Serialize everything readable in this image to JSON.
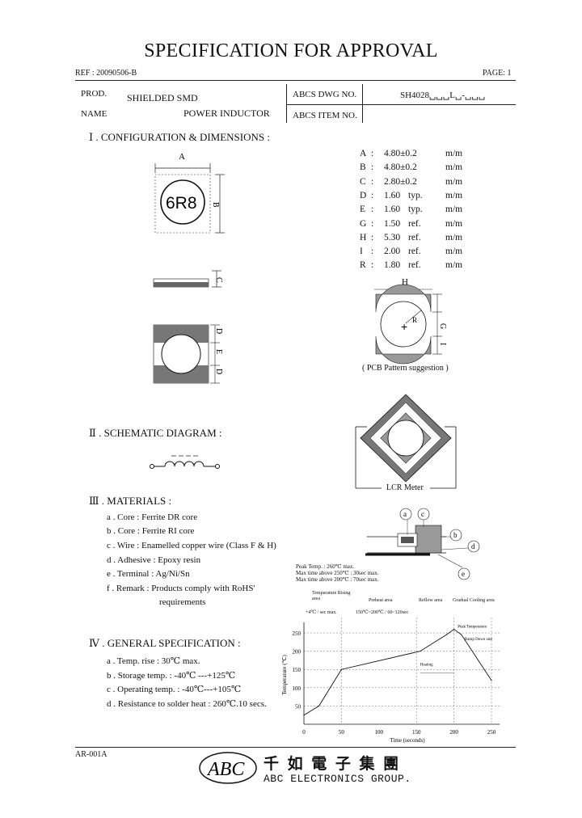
{
  "header": {
    "title": "SPECIFICATION FOR APPROVAL",
    "ref": "REF : 20090506-B",
    "page": "PAGE: 1",
    "prod_label": "PROD.",
    "name_label": "NAME",
    "prod_name_line1": "SHIELDED SMD",
    "prod_name_line2": "POWER INDUCTOR",
    "dwg_label": "ABCS DWG NO.",
    "dwg_value": "SH4028␣␣␣L␣-␣␣␣",
    "item_label": "ABCS ITEM NO.",
    "item_value": ""
  },
  "sections": {
    "config": "Ⅰ . CONFIGURATION & DIMENSIONS :",
    "schematic": "Ⅱ . SCHEMATIC DIAGRAM :",
    "materials": "Ⅲ . MATERIALS :",
    "general": "Ⅳ . GENERAL SPECIFICATION :"
  },
  "drawing_labels": {
    "a": "A",
    "b": "B",
    "c": "C",
    "d": "D",
    "e": "E",
    "marking": "6R8",
    "h": "H",
    "g": "G",
    "i": "I",
    "r": "R",
    "pcb_caption": "( PCB Pattern suggestion )",
    "lcr": "LCR Meter"
  },
  "dimensions": [
    {
      "key": "A",
      "sep": ":",
      "value": "4.80±0.2",
      "note": "",
      "unit": "m/m"
    },
    {
      "key": "B",
      "sep": ":",
      "value": "4.80±0.2",
      "note": "",
      "unit": "m/m"
    },
    {
      "key": "C",
      "sep": ":",
      "value": "2.80±0.2",
      "note": "",
      "unit": "m/m"
    },
    {
      "key": "D",
      "sep": ":",
      "value": "1.60",
      "note": "typ.",
      "unit": "m/m"
    },
    {
      "key": "E",
      "sep": ":",
      "value": "1.60",
      "note": "typ.",
      "unit": "m/m"
    },
    {
      "key": "G",
      "sep": ":",
      "value": "1.50",
      "note": "ref.",
      "unit": "m/m"
    },
    {
      "key": "H",
      "sep": ":",
      "value": "5.30",
      "note": "ref.",
      "unit": "m/m"
    },
    {
      "key": "I",
      "sep": ":",
      "value": "2.00",
      "note": "ref.",
      "unit": "m/m"
    },
    {
      "key": "R",
      "sep": ":",
      "value": "1.80",
      "note": "ref.",
      "unit": "m/m"
    }
  ],
  "materials": [
    {
      "label": "a . Core : Ferrite DR core"
    },
    {
      "label": "b . Core : Ferrite RI core"
    },
    {
      "label": "c . Wire : Enamelled copper wire (Class F & H)"
    },
    {
      "label": "d . Adhesive : Epoxy resin"
    },
    {
      "label": "e . Terminal : Ag/Ni/Sn"
    },
    {
      "label": "f . Remark : Products comply with RoHS'"
    },
    {
      "label": "requirements"
    }
  ],
  "material_callouts": [
    "a",
    "c",
    "b",
    "d",
    "e"
  ],
  "general": [
    {
      "label": "a . Temp. rise : 30℃ max."
    },
    {
      "label": "b . Storage temp. : -40℃ ---+125℃"
    },
    {
      "label": "c . Operating temp. : -40℃---+105℃"
    },
    {
      "label": "d . Resistance to solder heat : 260℃.10 secs."
    }
  ],
  "reflow": {
    "notes": [
      "Peak Temp. : 260℃ max.",
      "Max time above 250℃ : 30sec max.",
      "Max time above 200℃ : 70sec max."
    ],
    "phase_labels": [
      "Temperature Rising area",
      "Preheat area",
      "Reflow area",
      "Gradual Cooling area"
    ],
    "phase_values": [
      "+4℃ / sec max.",
      "150℃~200℃ / 60~120sec",
      "",
      ""
    ],
    "inner_notes": [
      "Ramp Down rate",
      "Heating"
    ],
    "peak_note": "Peak Temperature"
  },
  "chart_data": {
    "type": "line",
    "title": "",
    "xlabel": "Time (seconds)",
    "ylabel": "Temperature (℃)",
    "x_ticks": [
      "0",
      "50",
      "100",
      "150",
      "200",
      "250"
    ],
    "y_ticks": [
      "250",
      "200",
      "150",
      "100",
      "50"
    ],
    "xlim": [
      0,
      250
    ],
    "ylim": [
      0,
      270
    ],
    "series": [
      {
        "name": "",
        "x": [
          0,
          20,
          50,
          155,
          190,
          200,
          210,
          250
        ],
        "y": [
          25,
          50,
          150,
          200,
          245,
          260,
          245,
          120
        ]
      }
    ]
  },
  "footer": {
    "doc_code": "AR-001A",
    "logo": "ABC",
    "company_cn": "千 如 電 子 集 團",
    "company_en": "ABC ELECTRONICS GROUP."
  }
}
